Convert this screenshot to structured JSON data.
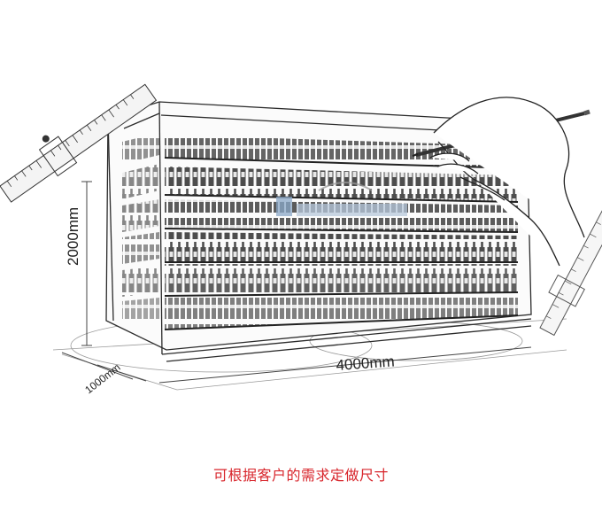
{
  "dimensions": {
    "height": "2000mm",
    "width": "4000mm",
    "depth": "1000mm"
  },
  "caption": "可根据客户的需求定做尺寸",
  "colors": {
    "caption": "#d8262c",
    "sketch_line": "#2b2b2b",
    "watermark": "#8aa8c8"
  },
  "illustration": {
    "subject": "open multi-deck supermarket display cooler sketch",
    "shelf_count": 6,
    "icons": [
      "ruler-icon",
      "caliper-icon",
      "hand-with-pencil-icon"
    ]
  }
}
